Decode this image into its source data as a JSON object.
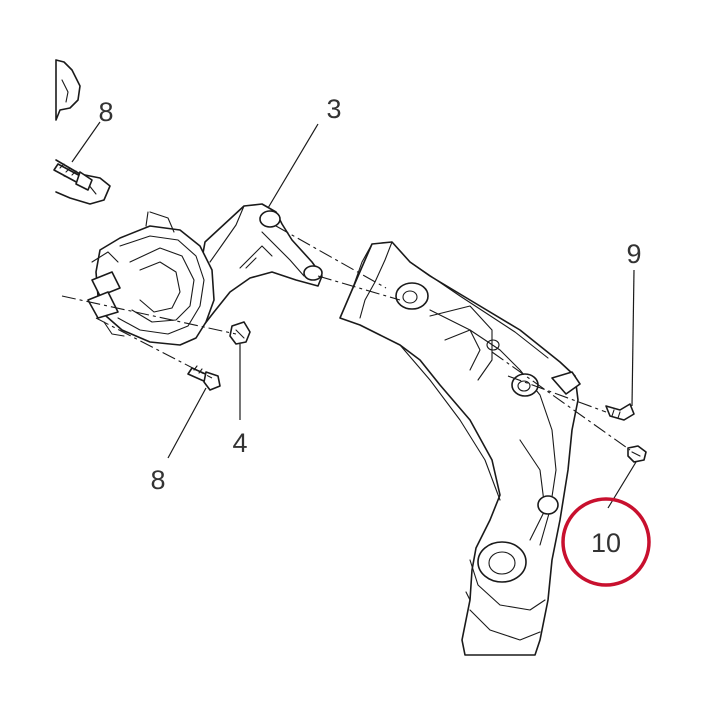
{
  "callouts": {
    "c8_top": "8",
    "c3": "3",
    "c9": "9",
    "c4": "4",
    "c8_bottom": "8",
    "c10": "10"
  },
  "highlight": {
    "target": "10",
    "ring_color": "#c8102e"
  },
  "colors": {
    "line": "#1a1a1a",
    "label": "#333333",
    "background": "#ffffff"
  }
}
